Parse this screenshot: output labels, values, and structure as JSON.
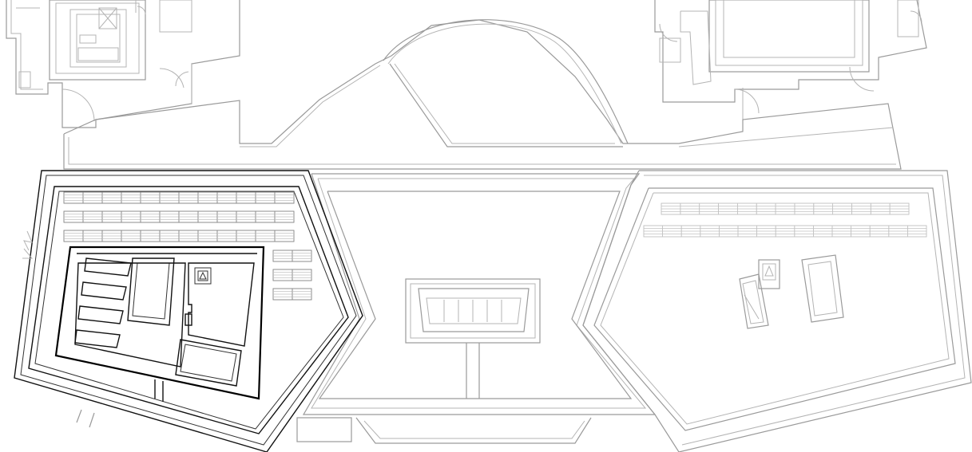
{
  "colors": {
    "background": "#ffffff",
    "context_lines": "#9a9a9a",
    "highlighted_lines": "#111111"
  },
  "drawing": {
    "kind": "architectural roof plan line drawing",
    "labels": []
  },
  "panel_rows_left": [
    {
      "cells": 12
    },
    {
      "cells": 12
    },
    {
      "cells": 12
    }
  ],
  "panel_rows_right": [
    {
      "cells": 13
    },
    {
      "cells": 15
    }
  ],
  "small_panels": [
    {
      "cells": 2
    },
    {
      "cells": 2
    },
    {
      "cells": 2
    }
  ]
}
